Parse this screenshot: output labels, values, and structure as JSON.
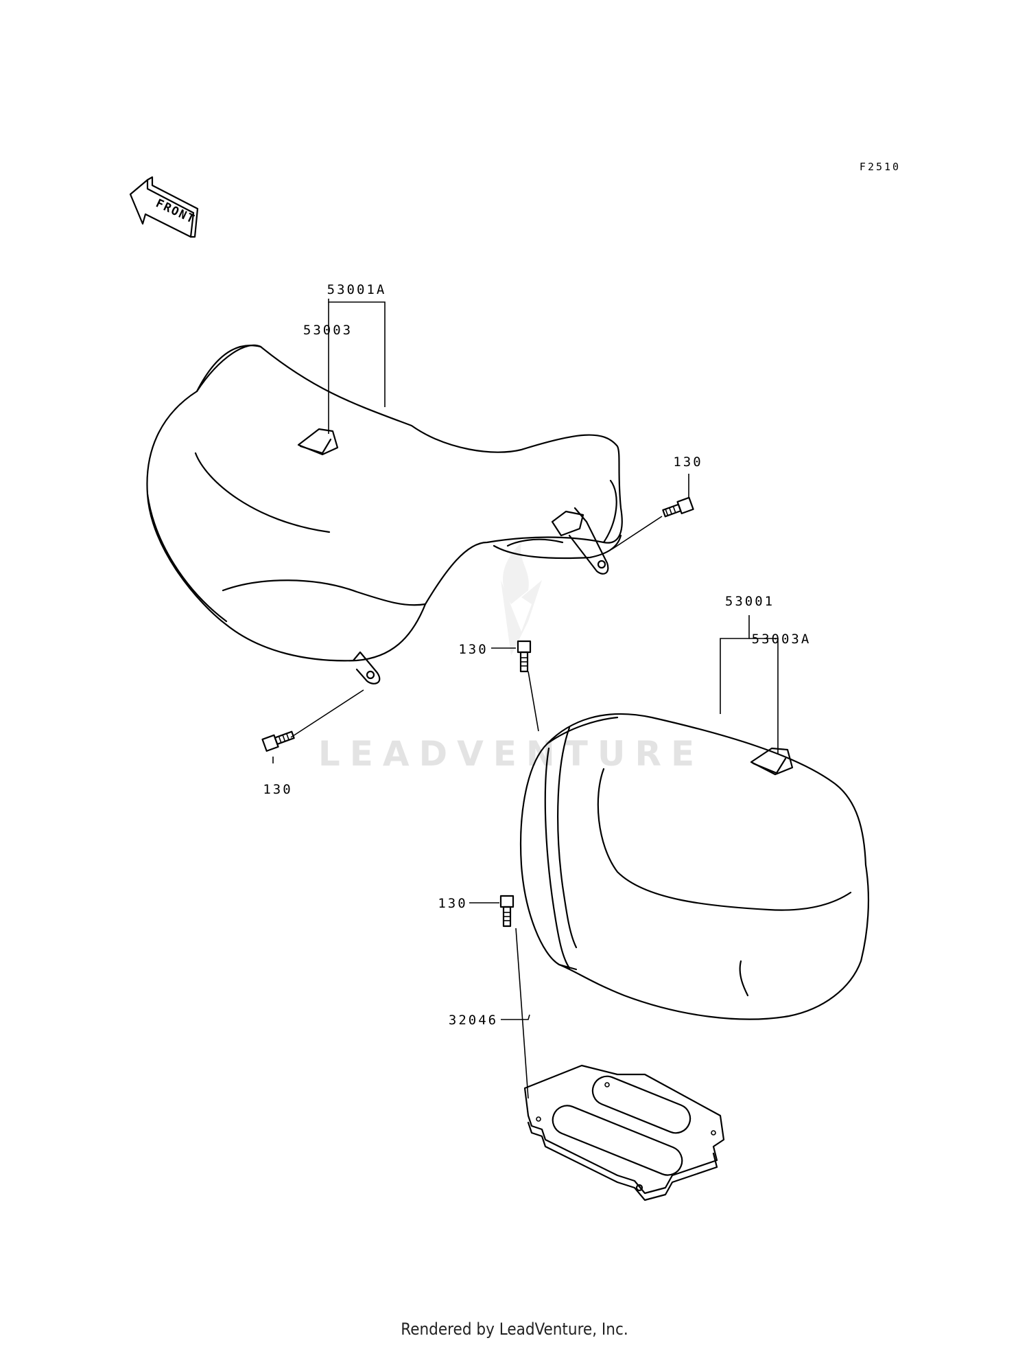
{
  "diagram": {
    "figure_code": "F2510",
    "front_label": "FRONT",
    "watermark": "LEADVENTURE",
    "parts": {
      "seat_assembly_front": "53001A",
      "seat_label_front": "53003",
      "seat_assembly_rear": "53001",
      "seat_label_rear": "53003A",
      "bolt_upper_right": "130",
      "bolt_lower_left": "130",
      "bolt_middle": "130",
      "bolt_plate": "130",
      "plate": "32046"
    }
  },
  "footer": {
    "rendered_by": "Rendered by LeadVenture, Inc."
  }
}
